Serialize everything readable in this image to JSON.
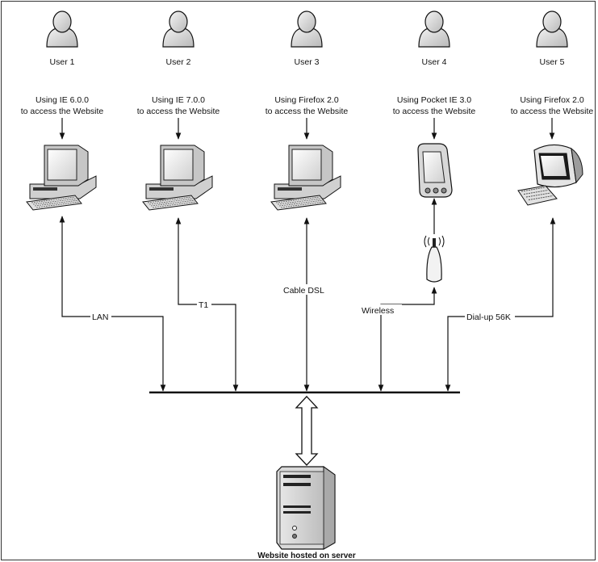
{
  "users": [
    {
      "name": "User 1",
      "line1": "Using IE 6.0.0",
      "line2": "to access the Website",
      "device": "desktop",
      "connection": "LAN"
    },
    {
      "name": "User 2",
      "line1": "Using IE 7.0.0",
      "line2": "to access the Website",
      "device": "desktop",
      "connection": "T1"
    },
    {
      "name": "User 3",
      "line1": "Using Firefox 2.0",
      "line2": "to access the Website",
      "device": "desktop",
      "connection": "Cable DSL"
    },
    {
      "name": "User 4",
      "line1": "Using Pocket IE 3.0",
      "line2": "to access the Website",
      "device": "pda",
      "connection": "Wireless"
    },
    {
      "name": "User 5",
      "line1": "Using Firefox 2.0",
      "line2": "to access the Website",
      "device": "imac",
      "connection": "Dial-up 56K"
    }
  ],
  "server": {
    "label": "Website hosted on server"
  },
  "icons": [
    "user-icon",
    "desktop-computer-icon",
    "pda-icon",
    "wireless-router-icon",
    "imac-icon",
    "server-tower-icon"
  ]
}
